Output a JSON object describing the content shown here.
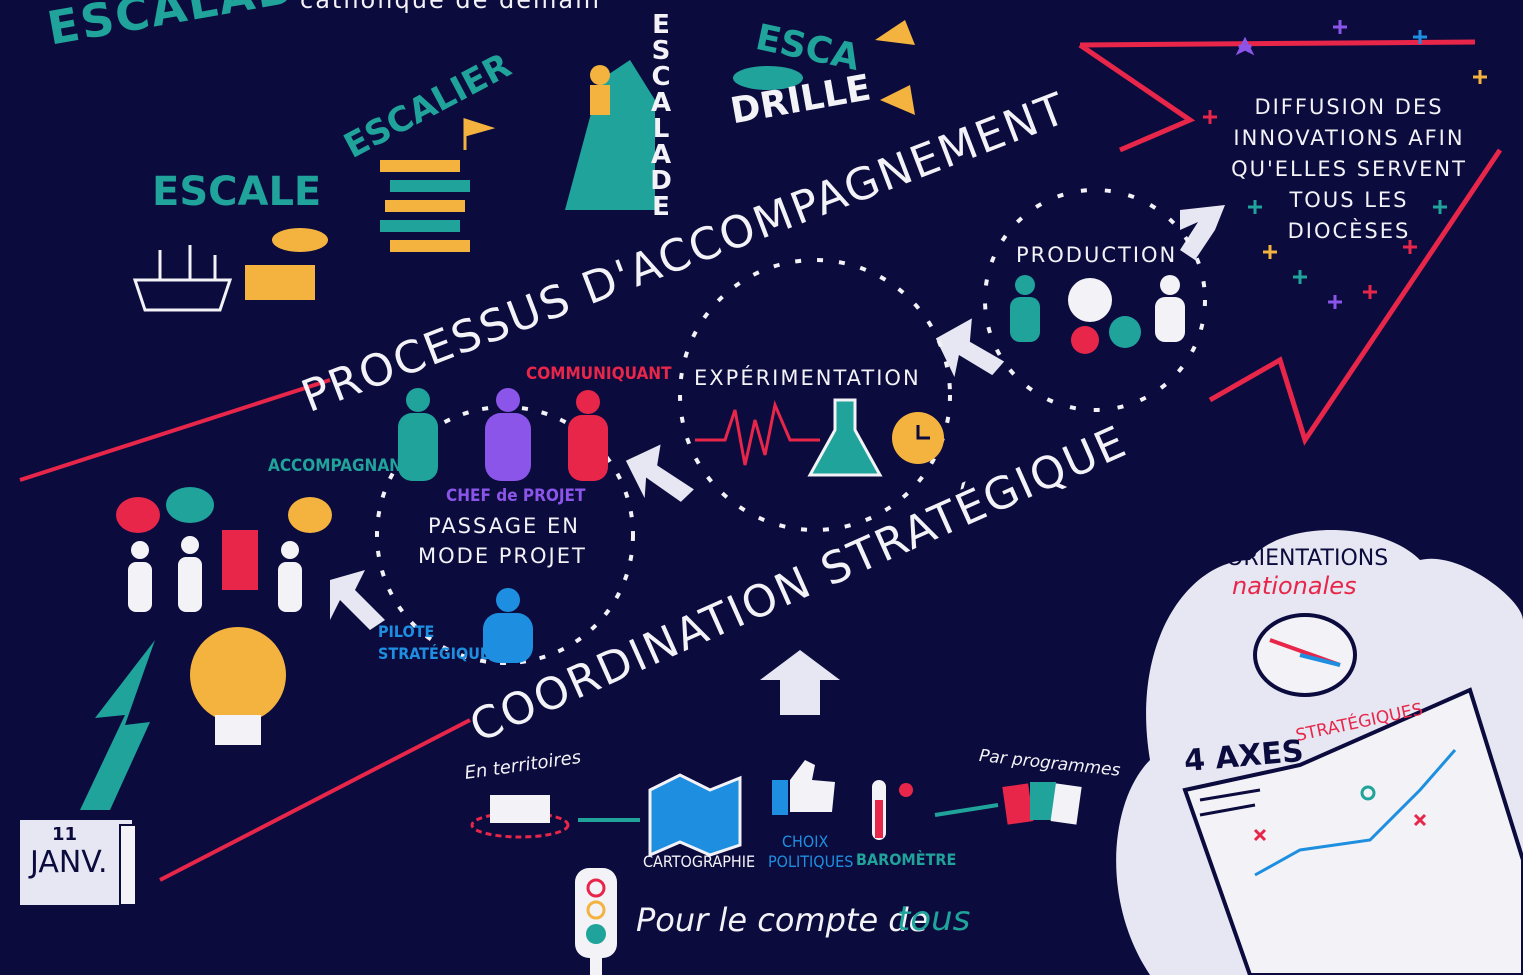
{
  "header": {
    "logo": "ESCALAB",
    "tagline": "catholique de demain"
  },
  "ladder": {
    "escale": "ESCALE",
    "escalier": "ESCALIER",
    "escalade": "ESCALADE",
    "escadrille_top": "ESCA",
    "escadrille_bottom": "DRILLE"
  },
  "axes": {
    "process": "PROCESSUS D'ACCOMPAGNEMENT",
    "coordination": "COORDINATION STRATÉGIQUE"
  },
  "roles": {
    "accompagnant": "ACCOMPAGNANT",
    "chef": "CHEF de PROJET",
    "communiquant": "COMMUNIQUANT",
    "pilote_1": "PILOTE",
    "pilote_2": "STRATÉGIQUE"
  },
  "steps": {
    "mode_projet_1": "PASSAGE EN",
    "mode_projet_2": "MODE PROJET",
    "experimentation": "EXPÉRIMENTATION",
    "production": "PRODUCTION"
  },
  "diffusion": {
    "lines": [
      "DIFFUSION DES",
      "INNOVATIONS AFIN",
      "QU'ELLES SERVENT",
      "TOUS LES",
      "DIOCÈSES"
    ]
  },
  "start": {
    "day": "11",
    "month": "JANV."
  },
  "bottom": {
    "territoires": "En territoires",
    "cartographie": "CARTOGRAPHIE",
    "choix_1": "CHOIX",
    "choix_2": "POLITIQUES",
    "barometre": "BAROMÈTRE",
    "programmes": "Par programmes",
    "pour": "Pour le compte de",
    "tous": "tous"
  },
  "map": {
    "orientations": "ORIENTATIONS",
    "nationales": "nationales",
    "axes_num": "4 AXES",
    "axes_word": "STRATÉGIQUES"
  },
  "colors": {
    "background": "#0c0b3e",
    "teal": "#1fa39a",
    "red": "#e8264a",
    "yellow": "#f4b33e",
    "violet": "#8a55e8",
    "blue": "#1e8fe0"
  }
}
